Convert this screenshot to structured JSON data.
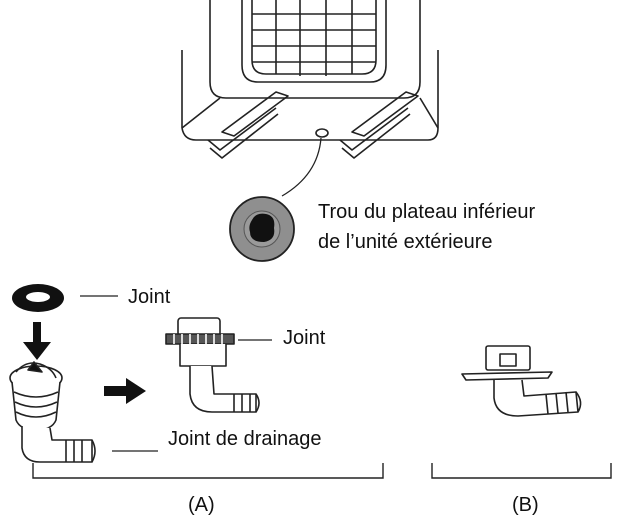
{
  "labels": {
    "drain_hole_line1": "Trou du plateau inférieur",
    "drain_hole_line2": "de l’unité extérieure",
    "seal_top": "Joint",
    "seal_assembled": "Joint",
    "drain_joint": "Joint de drainage",
    "group_a": "(A)",
    "group_b": "(B)"
  },
  "icons": {
    "outdoor_unit": "outdoor-unit-bottom-icon",
    "hole_detail": "drain-hole-icon",
    "seal_ring": "seal-ring-icon",
    "arrow_down": "arrow-down-icon",
    "arrow_right": "arrow-right-icon",
    "connector_a": "drain-connector-icon",
    "connector_b": "drain-connector-type-b-icon"
  },
  "colors": {
    "line": "#222222",
    "hole_fill": "#8f8f8f",
    "black": "#111111"
  }
}
